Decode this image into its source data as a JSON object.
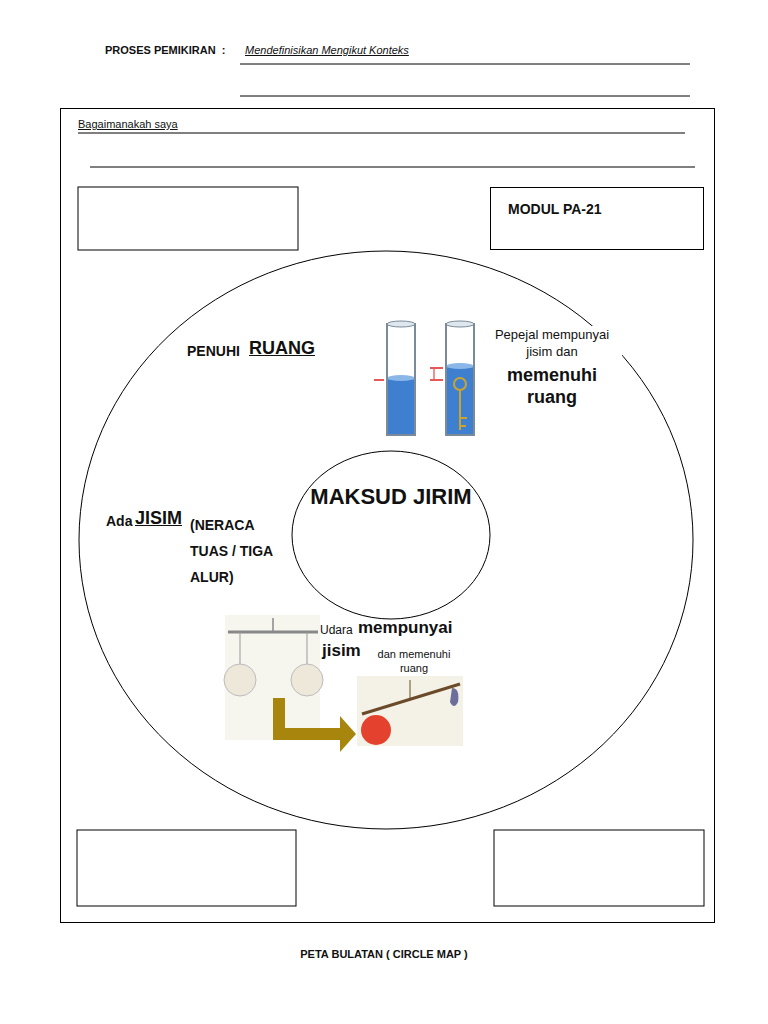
{
  "diagram": {
    "caption": "PETA BULATAN ( CIRCLE MAP )",
    "nodes": [
      {
        "text": [
          "Bagaimanakah saya"
        ]
      },
      {
        "text": [
          "MODUL PA-21"
        ],
        "in": 0
      },
      {
        "text": [
          "PENUHI",
          "RUANG",
          "Ada",
          "JISIM",
          "(NERACA TUAS / TIGA ALUR)"
        ],
        "in": 0
      },
      {
        "text": [
          "MAKSUD JIRIM"
        ],
        "in": 2
      }
    ],
    "labels": [
      "PROSES PEMIKIRAN  :",
      "Mendefinisikan Mengikut Konteks",
      "Pepejal mempunyai jisim dan",
      "memenuhi ruang",
      "Udara",
      "mempunyai",
      "jisim",
      "dan memenuhi ruang"
    ]
  }
}
